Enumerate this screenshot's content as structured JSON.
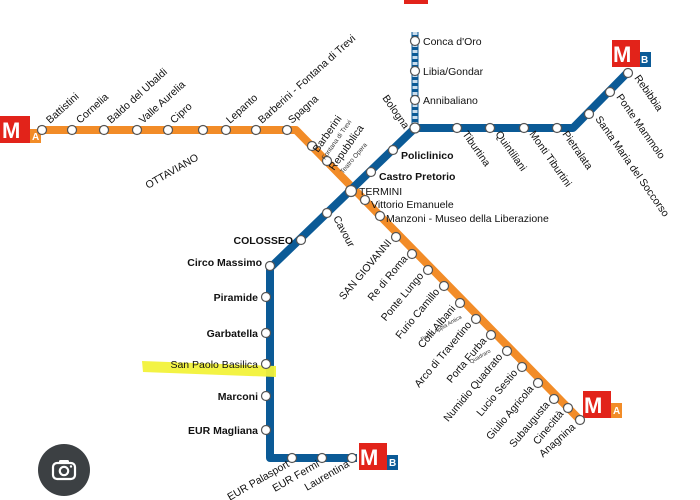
{
  "colors": {
    "line_a": "#f28c28",
    "line_b": "#0b5a96",
    "line_b1": "#8fb8d8",
    "logo_red": "#e2231a",
    "highlight": "#f2f23a"
  },
  "logos": {
    "metro_letter": "M",
    "line_a_letter": "A",
    "line_b_letter": "B"
  },
  "line_a": {
    "stations": [
      "Battistini",
      "Cornelia",
      "Baldo del Ubaldi",
      "Valle Aurelia",
      "Cipro",
      "OTTAVIANO",
      "Lepanto",
      "Barberini - Fontana di Trevi",
      "Spagna",
      "Barberini",
      "Fontana di Trevi",
      "Repubblica",
      "Teatro Opera",
      "Vittorio Emanuele",
      "Manzoni - Museo della Liberazione",
      "SAN GIOVANNI",
      "Re di Roma",
      "Ponte Lungo",
      "Furio Camillo",
      "Colli Albani",
      "Parco Appia Antica",
      "Arco di Travertino",
      "Porta Furba",
      "Quadraro",
      "Numidio Quadrato",
      "Lucio Sestio",
      "Giulio Agricola",
      "Subaugusta",
      "Cinecittà",
      "Anagnina"
    ]
  },
  "line_b": {
    "stations": [
      "Rebibbia",
      "Ponte Mammolo",
      "Santa Maria del Soccorso",
      "Pietralata",
      "Monti Tiburtini",
      "Quintiliani",
      "Tiburtina",
      "Bologna",
      "Policlinico",
      "Castro Pretorio",
      "TERMINI",
      "Cavour",
      "COLOSSEO",
      "Circo Massimo",
      "Piramide",
      "Garbatella",
      "San Paolo Basilica",
      "Marconi",
      "EUR Magliana",
      "EUR Palasport",
      "EUR Fermi",
      "Laurentina"
    ]
  },
  "line_b1": {
    "stations": [
      "Conca d'Oro",
      "Libia/Gondar",
      "Annibaliano"
    ]
  },
  "image_search_icon": "lens-camera-icon"
}
